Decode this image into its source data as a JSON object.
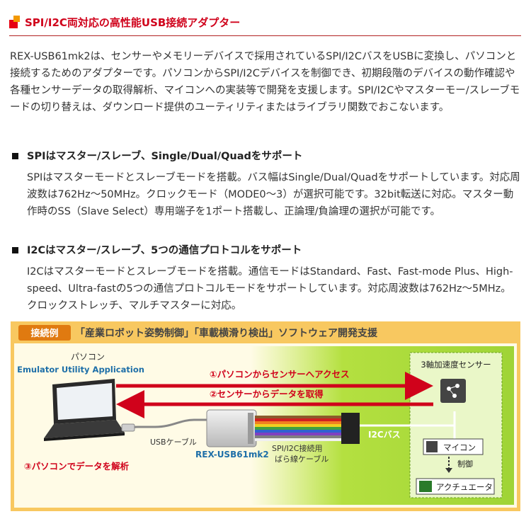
{
  "header": {
    "title": "SPI/I2C両対応の高性能USB接続アダプター"
  },
  "intro": "REX-USB61mk2は、センサーやメモリーデバイスで採用されているSPI/I2CバスをUSBに変換し、パソコンと接続するためのアダプターです。パソコンからSPI/I2Cデバイスを制御でき、初期段階のデバイスの動作確認や各種センサーデータの取得解析、マイコンへの実装等で開発を支援します。SPI/I2Cやマスターモー/スレーブモードの切り替えは、ダウンロード提供のユーティリティまたはライブラリ関数でおこないます。",
  "features": [
    {
      "heading": "SPIはマスター/スレーブ、Single/Dual/Quadをサポート",
      "body": "SPIはマスターモードとスレーブモードを搭載。バス幅はSingle/Dual/Quadをサポートしています。対応周波数は762Hz～50MHz。クロックモード（MODE0～3）が選択可能です。32bit転送に対応。マスター動作時のSS（Slave Select）専用端子を1ポート搭載し、正論理/負論理の選択が可能です。"
    },
    {
      "heading": "I2Cはマスター/スレーブ、5つの通信プロトコルをサポート",
      "body": "I2Cはマスターモードとスレーブモードを搭載。通信モードはStandard、Fast、Fast-mode Plus、High-speed、Ultra-fastの5つの通信プロトコルモードをサポートしています。対応周波数は762Hz～5MHz。クロックストレッチ、マルチマスターに対応。"
    }
  ],
  "diagram": {
    "badge": "接続例",
    "title": "「産業ロボット姿勢制御」「車載横滑り検出」ソフトウェア開発支援",
    "pc_label": "パソコン",
    "app_label": "Emulator Utility Application",
    "arrow1": "①パソコンからセンサーへアクセス",
    "arrow2": "②センサーからデータを取得",
    "step3": "③パソコンでデータを解析",
    "usb_cable": "USBケーブル",
    "adapter": "REX-USB61mk2",
    "cable_line1": "SPI/I2C接続用",
    "cable_line2": "ばら線ケーブル",
    "sensor": "3軸加速度センサー",
    "bus": "I2Cバス",
    "mcu": "マイコン",
    "control": "制御",
    "actuator": "アクチュエータ",
    "colors": {
      "frame": "#f8c860",
      "panel": "#fffbe6",
      "green": "#a8dc3c",
      "red": "#d0021b",
      "blue": "#1e6fa8"
    }
  }
}
